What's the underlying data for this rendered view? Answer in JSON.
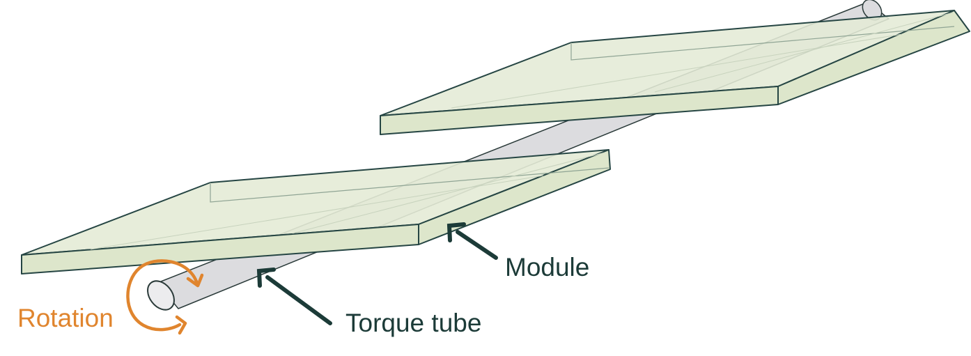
{
  "labels": {
    "module": "Module",
    "torque_tube": "Torque tube",
    "rotation": "Rotation"
  },
  "colors": {
    "panel_top": "#e4ebd6",
    "panel_side": "#dde6cb",
    "panel_line": "#254543",
    "tube_fill": "#dcdcdf",
    "tube_line": "#2a3a39",
    "tube_end": "#ececee",
    "arrow": "#1c3b38",
    "label_text": "#1c3b38",
    "rotation": "#e0852e"
  }
}
